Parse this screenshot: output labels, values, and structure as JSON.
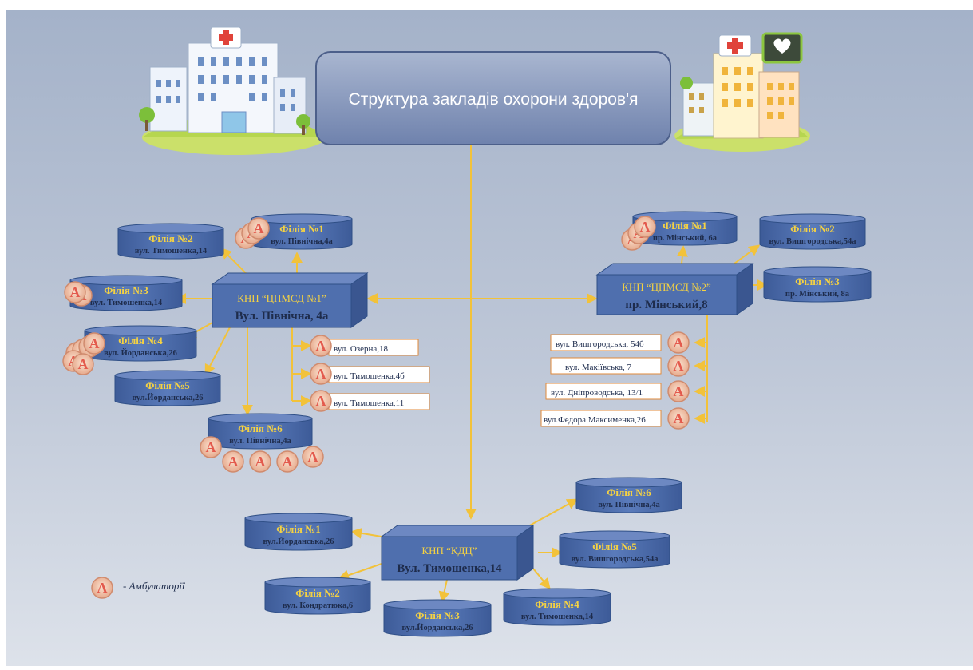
{
  "title": "Структура закладів охорони здоров'я",
  "legend_label": "- Амбулаторії",
  "icon_letter": "A",
  "icons": {
    "hospital_left": "hospital-building-icon",
    "hospital_right": "hospital-heart-monitor-icon",
    "ambulatory": "ambulatory-a-icon"
  },
  "colors": {
    "background_top": "#a4b2c9",
    "background_bottom": "#dde2ea",
    "node_fill": "#4f6fae",
    "node_stroke": "#2f4f86",
    "branch_title": "#f5d242",
    "connector": "#f2c23a",
    "badge": "#e35a4d"
  },
  "hubs": {
    "cpmsd1": {
      "line1": "КНП “ЦПМСД №1”",
      "line2": "Вул. Північна, 4а"
    },
    "cpmsd2": {
      "line1": "КНП “ЦПМСД №2”",
      "line2": "пр. Мінський,8"
    },
    "kdc": {
      "line1": "КНП “КДЦ”",
      "line2": "Вул. Тимошенка,14"
    }
  },
  "branches": {
    "c1_f1": {
      "title": "Філія №1",
      "addr": "вул. Північна,4а"
    },
    "c1_f2": {
      "title": "Філія №2",
      "addr": "вул. Тимошенка,14"
    },
    "c1_f3": {
      "title": "Філія №3",
      "addr": "вул. Тимошенка,14"
    },
    "c1_f4": {
      "title": "Філія №4",
      "addr": "вул. Йорданська,26"
    },
    "c1_f5": {
      "title": "Філія №5",
      "addr": "вул.Йорданська,26"
    },
    "c1_f6": {
      "title": "Філія №6",
      "addr": "вул. Північна,4а"
    },
    "c2_f1": {
      "title": "Філія №1",
      "addr": "пр. Мінський, 6а"
    },
    "c2_f2": {
      "title": "Філія №2",
      "addr": "вул. Вишгородська,54а"
    },
    "c2_f3": {
      "title": "Філія №3",
      "addr": "пр. Мінський, 8а"
    },
    "k_f1": {
      "title": "Філія №1",
      "addr": "вул.Йорданська,26"
    },
    "k_f2": {
      "title": "Філія №2",
      "addr": "вул. Кондратюка,6"
    },
    "k_f3": {
      "title": "Філія №3",
      "addr": "вул.Йорданська,26"
    },
    "k_f4": {
      "title": "Філія №4",
      "addr": "вул. Тимошенка,14"
    },
    "k_f5": {
      "title": "Філія №5",
      "addr": "вул. Вишгородська,54а"
    },
    "k_f6": {
      "title": "Філія №6",
      "addr": "вул. Північна,4а"
    }
  },
  "clinics": {
    "c1_a1": "вул. Озерна,18",
    "c1_a2": "вул. Тимошенка,4б",
    "c1_a3": "вул.  Тимошенка,11",
    "c2_a1": "вул. Вишгородська, 54б",
    "c2_a2": "вул. Макіївська, 7",
    "c2_a3": "вул.  Дніпроводська, 13/1",
    "c2_a4": "вул.Федора Максименка,26"
  }
}
